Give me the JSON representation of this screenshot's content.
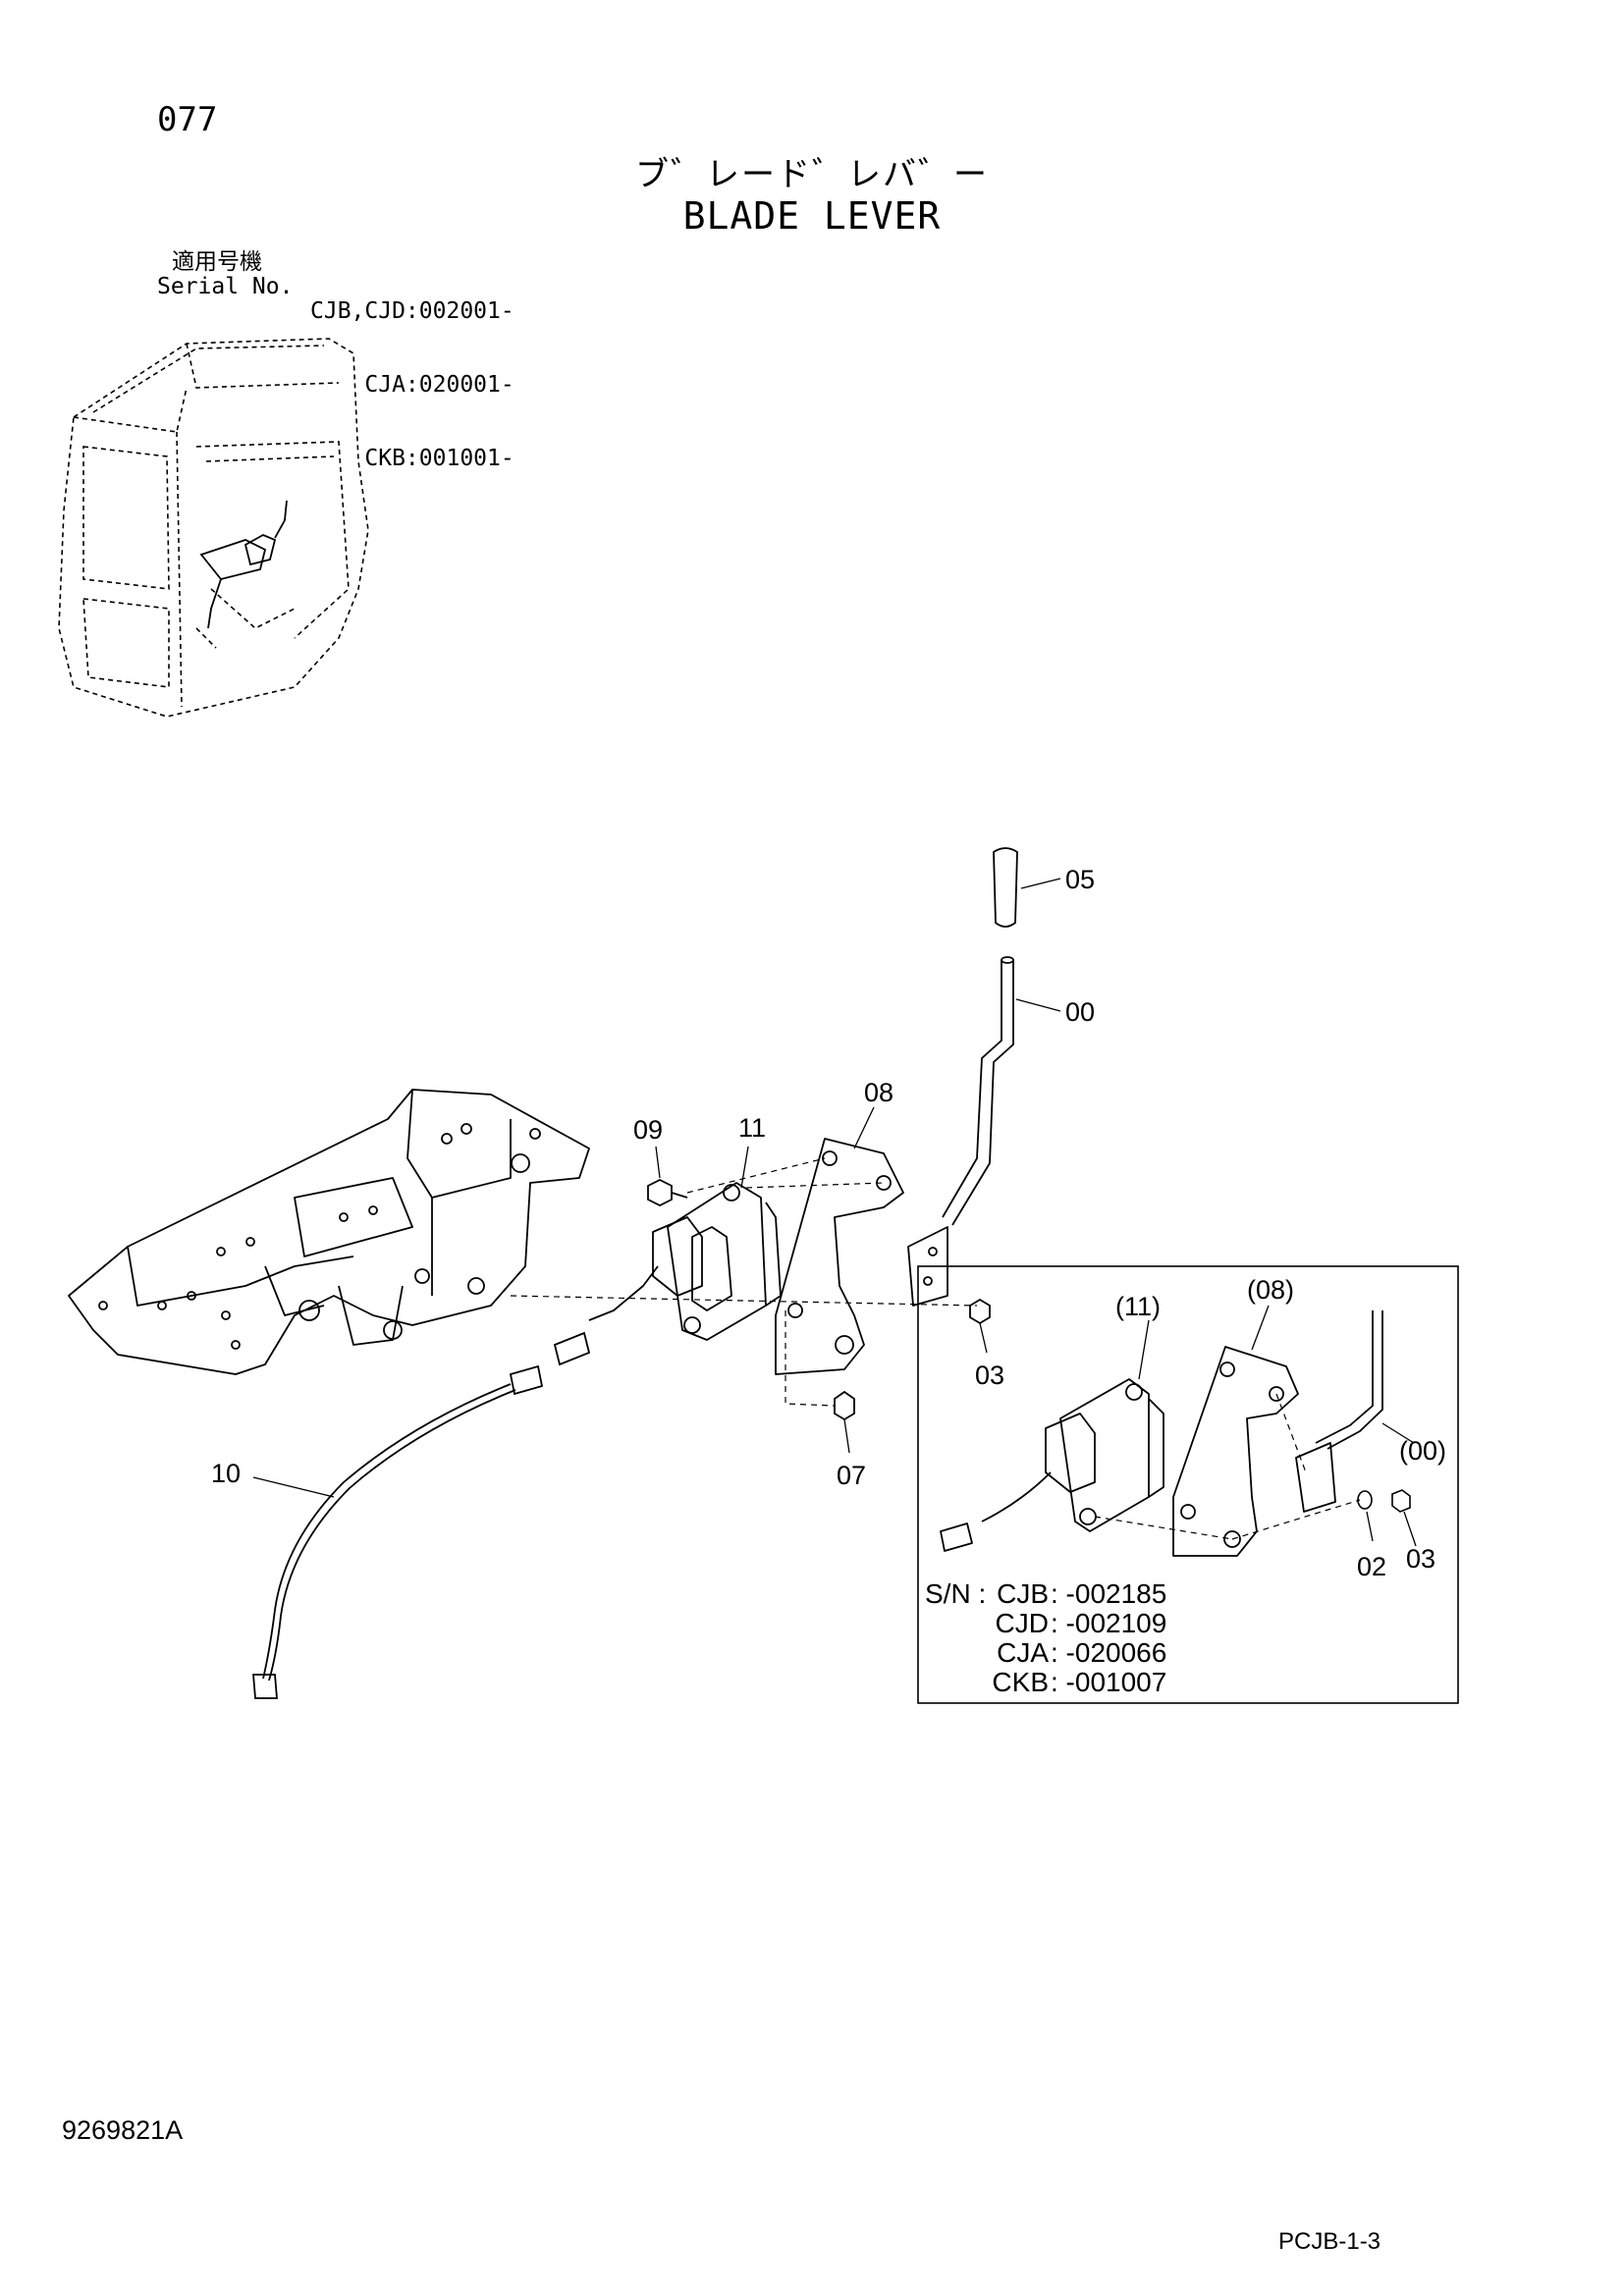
{
  "header": {
    "page_number": "077",
    "title_jp": "ブ゛レード゛レバ゛ー",
    "title_en": "BLADE LEVER"
  },
  "serial": {
    "label_jp": "適用号機",
    "label_en": "Serial No.",
    "codes": [
      "CJB,CJD:002001-",
      "CJA:020001-",
      "CKB:001001-"
    ]
  },
  "callouts": {
    "p05": "05",
    "p00": "00",
    "p08": "08",
    "p09": "09",
    "p11": "11",
    "p03": "03",
    "p07": "07",
    "p10": "10",
    "inset_08": "(08)",
    "inset_11": "(11)",
    "inset_00": "(00)",
    "inset_02": "02",
    "inset_03": "03"
  },
  "inset_sn": {
    "prefix": "S/N :",
    "rows": [
      {
        "model": "CJB",
        "range": ": -002185"
      },
      {
        "model": "CJD",
        "range": ": -002109"
      },
      {
        "model": "CJA",
        "range": ": -020066"
      },
      {
        "model": "CKB",
        "range": ": -001007"
      }
    ]
  },
  "footer": {
    "document_number": "9269821A",
    "page_code": "PCJB-1-3"
  }
}
